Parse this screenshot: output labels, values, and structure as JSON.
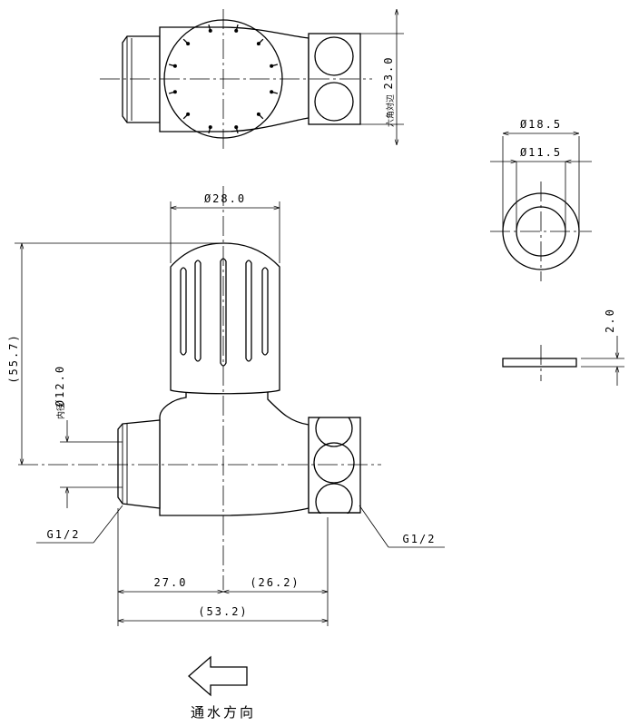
{
  "dimensions": {
    "hex_across_flats": "23.0",
    "hex_across_flats_note": "六角対辺",
    "washer_outer": "Ø18.5",
    "washer_inner": "Ø11.5",
    "washer_thickness": "2.0",
    "handle_dia": "Ø28.0",
    "height": "(55.7)",
    "inner_dia": "Ø12.0",
    "inner_dia_note": "内径",
    "left_len": "27.0",
    "right_len": "(26.2)",
    "total_len": "(53.2)"
  },
  "threads": {
    "left": "G1/2",
    "right": "G1/2"
  },
  "flow_label": "通水方向"
}
